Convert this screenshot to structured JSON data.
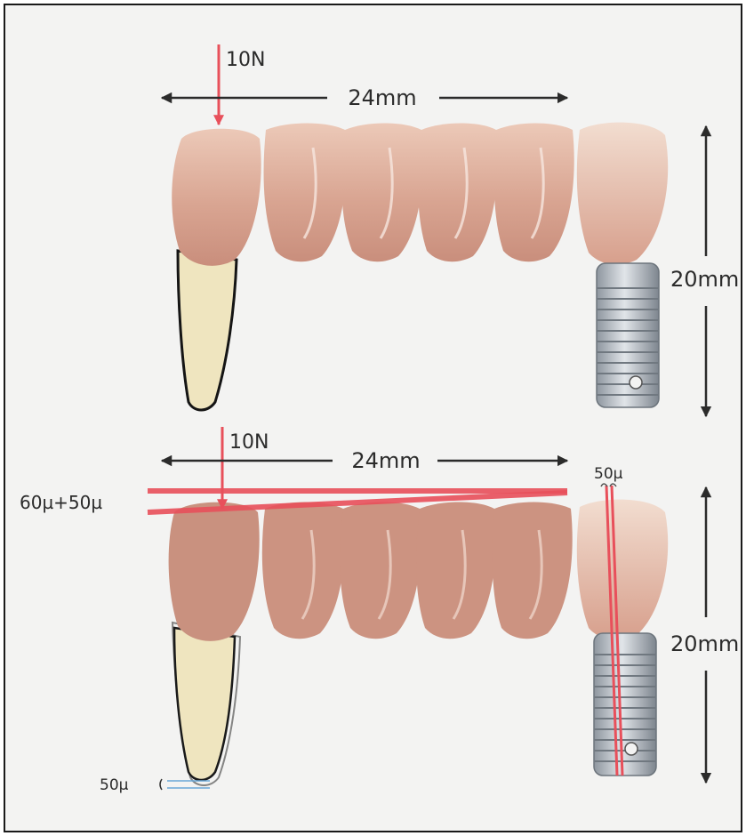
{
  "labels": {
    "force_top": "10N",
    "width_top": "24mm",
    "height_top": "20mm",
    "force_bottom": "10N",
    "width_bottom": "24mm",
    "height_bottom": "20mm",
    "implant_deflection": "50µ",
    "combined_deflection": "60µ+50µ",
    "root_deflection": "50µ"
  },
  "colors": {
    "frame_background": "#f3f3f2",
    "force_arrow": "#e8505b",
    "deflection_lines": "#e8505b",
    "dimension_arrows": "#2b2b2b",
    "tooth_crown": "#d9a592",
    "natural_root": "#efe5bf",
    "implant_metal": "#aab2bb",
    "root_displacement_marks": "#6aa8d8"
  },
  "icons": {
    "natural_root": "tooth-root-icon",
    "implant": "dental-implant-icon",
    "crowns": "tooth-crown-icon"
  }
}
